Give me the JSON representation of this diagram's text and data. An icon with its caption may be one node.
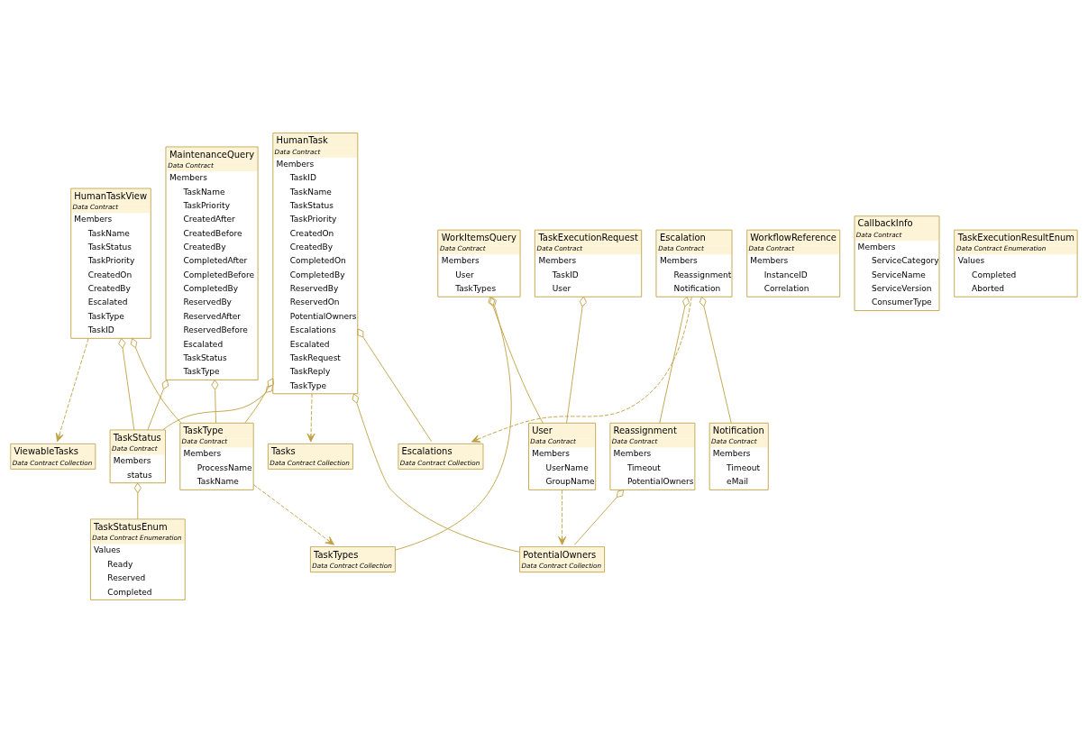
{
  "diagram": {
    "nodes": [
      {
        "text": [
          "HumanTask",
          "Data Contract",
          "Members",
          "TaskID",
          "TaskName",
          "TaskStatus",
          "TaskPriority",
          "CreatedOn",
          "CreatedBy",
          "CompletedOn",
          "CompletedBy",
          "ReservedBy",
          "ReservedOn",
          "PotentialOwners",
          "Escalations",
          "Escalated",
          "TaskRequest",
          "TaskReply",
          "TaskType"
        ]
      },
      {
        "text": [
          "TaskStatus",
          "Data Contract",
          "Members",
          "status"
        ]
      },
      {
        "text": [
          "TaskStatusEnum",
          "Data Contract Enumeration",
          "Values",
          "Ready",
          "Reserved",
          "Completed"
        ]
      },
      {
        "text": [
          "PotentialOwners",
          "Data Contract Collection"
        ]
      },
      {
        "text": [
          "Reassignment",
          "Data Contract",
          "Members",
          "Timeout",
          "PotentialOwners"
        ]
      },
      {
        "text": [
          "Escalations",
          "Data Contract Collection"
        ]
      },
      {
        "text": [
          "TaskType",
          "Data Contract",
          "Members",
          "ProcessName",
          "TaskName"
        ]
      },
      {
        "text": [
          "User",
          "Data Contract",
          "Members",
          "UserName",
          "GroupName"
        ]
      },
      {
        "text": [
          "Escalation",
          "Data Contract",
          "Members",
          "Reassignment",
          "Notification"
        ]
      },
      {
        "text": [
          "Notification",
          "Data Contract",
          "Members",
          "Timeout",
          "eMail"
        ]
      },
      {
        "text": [
          "MaintenanceQuery",
          "Data Contract",
          "Members",
          "TaskName",
          "TaskPriority",
          "CreatedAfter",
          "CreatedBefore",
          "CreatedBy",
          "CompletedAfter",
          "CompletedBefore",
          "CompletedBy",
          "ReservedBy",
          "ReservedAfter",
          "ReservedBefore",
          "Escalated",
          "TaskStatus",
          "TaskType"
        ]
      },
      {
        "text": [
          "HumanTaskView",
          "Data Contract",
          "Members",
          "TaskName",
          "TaskStatus",
          "TaskPriority",
          "CreatedOn",
          "CreatedBy",
          "Escalated",
          "TaskType",
          "TaskID"
        ]
      },
      {
        "text": [
          "TaskExecutionRequest",
          "Data Contract",
          "Members",
          "TaskID",
          "User"
        ]
      },
      {
        "text": [
          "Tasks",
          "Data Contract Collection"
        ]
      },
      {
        "text": [
          "ViewableTasks",
          "Data Contract Collection"
        ]
      },
      {
        "text": [
          "WorkItemsQuery",
          "Data Contract",
          "Members",
          "User",
          "TaskTypes"
        ]
      },
      {
        "text": [
          "WorkflowReference",
          "Data Contract",
          "Members",
          "InstanceID",
          "Correlation"
        ]
      },
      {
        "text": [
          "TaskTypes",
          "Data Contract Collection"
        ]
      },
      {
        "text": [
          "CallbackInfo",
          "Data Contract",
          "Members",
          "ServiceCategory",
          "ServiceName",
          "ServiceVersion",
          "ConsumerType"
        ]
      },
      {
        "text": [
          "TaskExecutionResultEnum",
          "Data Contract Enumeration",
          "Values",
          "Completed",
          "Aborted"
        ]
      }
    ],
    "edges": [
      {
        "from": 0,
        "to": 1,
        "arrow": "other"
      },
      {
        "from": 1,
        "to": 2,
        "arrow": "other"
      },
      {
        "from": 0,
        "to": 3,
        "arrow": "other"
      },
      {
        "from": 4,
        "to": 3,
        "arrow": "other"
      },
      {
        "from": 0,
        "to": 5,
        "arrow": "other"
      },
      {
        "from": 0,
        "to": 6,
        "arrow": "other"
      },
      {
        "from": 8,
        "to": 4,
        "arrow": "other"
      },
      {
        "from": 8,
        "to": 9,
        "arrow": "other"
      },
      {
        "from": 10,
        "to": 1,
        "arrow": "other"
      },
      {
        "from": 11,
        "to": 1,
        "arrow": "other"
      },
      {
        "from": 10,
        "to": 6,
        "arrow": "other"
      },
      {
        "from": 11,
        "to": 6,
        "arrow": "other"
      },
      {
        "from": 12,
        "to": 7,
        "arrow": "other"
      },
      {
        "from": 15,
        "to": 7,
        "arrow": "other"
      },
      {
        "from": 15,
        "to": 17,
        "arrow": "other"
      },
      {
        "from": 7,
        "to": 3,
        "arrow": "to",
        "style": "dashed"
      },
      {
        "from": 8,
        "to": 5,
        "arrow": "to",
        "style": "dashed"
      },
      {
        "from": 11,
        "to": 14,
        "arrow": "to",
        "style": "dashed"
      },
      {
        "from": 6,
        "to": 17,
        "arrow": "to",
        "style": "dashed"
      },
      {
        "from": 0,
        "to": 13,
        "arrow": "to",
        "style": "dashed"
      }
    ]
  }
}
